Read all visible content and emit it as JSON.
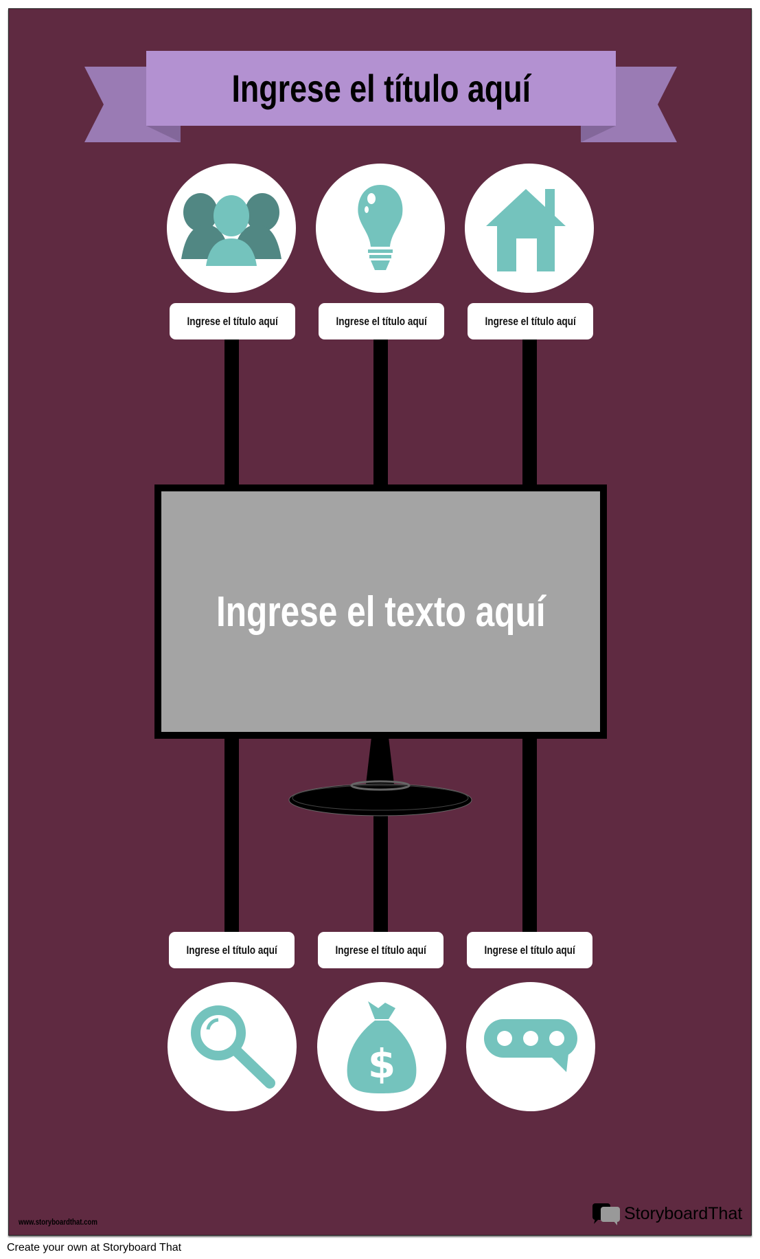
{
  "banner": {
    "title": "Ingrese el título aquí"
  },
  "top_items": [
    {
      "icon": "people-icon",
      "label": "Ingrese el título aquí"
    },
    {
      "icon": "lightbulb-icon",
      "label": "Ingrese el título aquí"
    },
    {
      "icon": "house-icon",
      "label": "Ingrese el título aquí"
    }
  ],
  "monitor": {
    "text": "Ingrese el texto aquí"
  },
  "bottom_items": [
    {
      "icon": "magnifier-icon",
      "label": "Ingrese el título aquí"
    },
    {
      "icon": "money-bag-icon",
      "label": "Ingrese el título aquí"
    },
    {
      "icon": "chat-bubble-icon",
      "label": "Ingrese el título aquí"
    }
  ],
  "watermark": {
    "url": "www.storyboardthat.com",
    "logo": "StoryboardThat"
  },
  "footer": {
    "text": "Create your own at Storyboard That"
  },
  "colors": {
    "background": "#5f2a41",
    "ribbon": "#b391d1",
    "ribbon_tail": "#9a7bb4",
    "icon_teal": "#74c3bd",
    "icon_dark": "#518783",
    "screen": "#a4a4a4"
  }
}
